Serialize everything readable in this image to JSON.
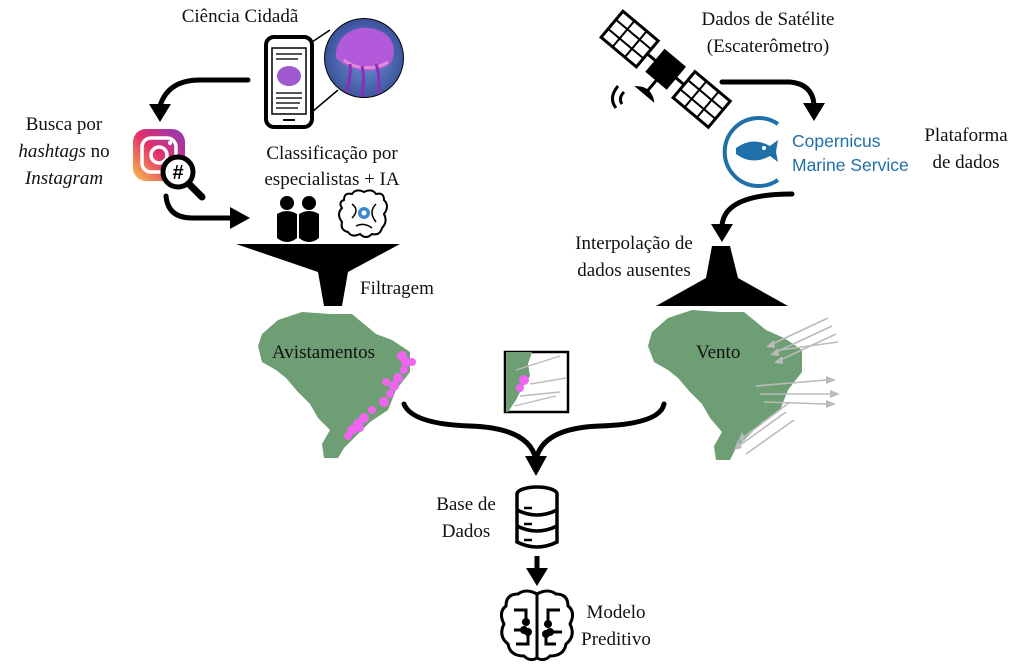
{
  "labels": {
    "citizen_science": "Ciência Cidadã",
    "hashtag_search_line1": "Busca por",
    "hashtag_search_hashtags": "hashtags",
    "hashtag_search_no": " no",
    "hashtag_search_instagram": "Instagram",
    "classification_line1": "Classificação por",
    "classification_line2": "especialistas + IA",
    "filtering": "Filtragem",
    "sightings": "Avistamentos",
    "satellite_line1": "Dados de Satélite",
    "satellite_line2": "(Escaterômetro)",
    "platform_line1": "Plataforma",
    "platform_line2": "de dados",
    "interpolation_line1": "Interpolação de",
    "interpolation_line2": "dados ausentes",
    "wind": "Vento",
    "database_line1": "Base de",
    "database_line2": "Dados",
    "model_line1": "Modelo",
    "model_line2": "Preditivo"
  },
  "copernicus": {
    "line1": "Copernicus",
    "line2": "Marine Service",
    "color": "#1f6fa8"
  },
  "colors": {
    "map_fill": "#6e9e74",
    "sighting_dots": "#ee66ee",
    "wind_arrows": "#bbbbbb",
    "instagram_gradient": [
      "#f9c24a",
      "#e1306c",
      "#8a3ab9"
    ]
  },
  "icons": {
    "phone": "smartphone-icon",
    "jellyfish_photo": "portuguese-man-o-war-photo",
    "instagram": "instagram-icon",
    "hashtag_search": "hashtag-magnifier-icon",
    "experts": "people-icon",
    "ai": "ai-chip-brain-icon",
    "satellite": "satellite-icon",
    "funnel_left": "funnel-icon",
    "funnel_right": "interpolation-funnel-icon",
    "database": "database-icon",
    "model": "neural-brain-icon"
  }
}
